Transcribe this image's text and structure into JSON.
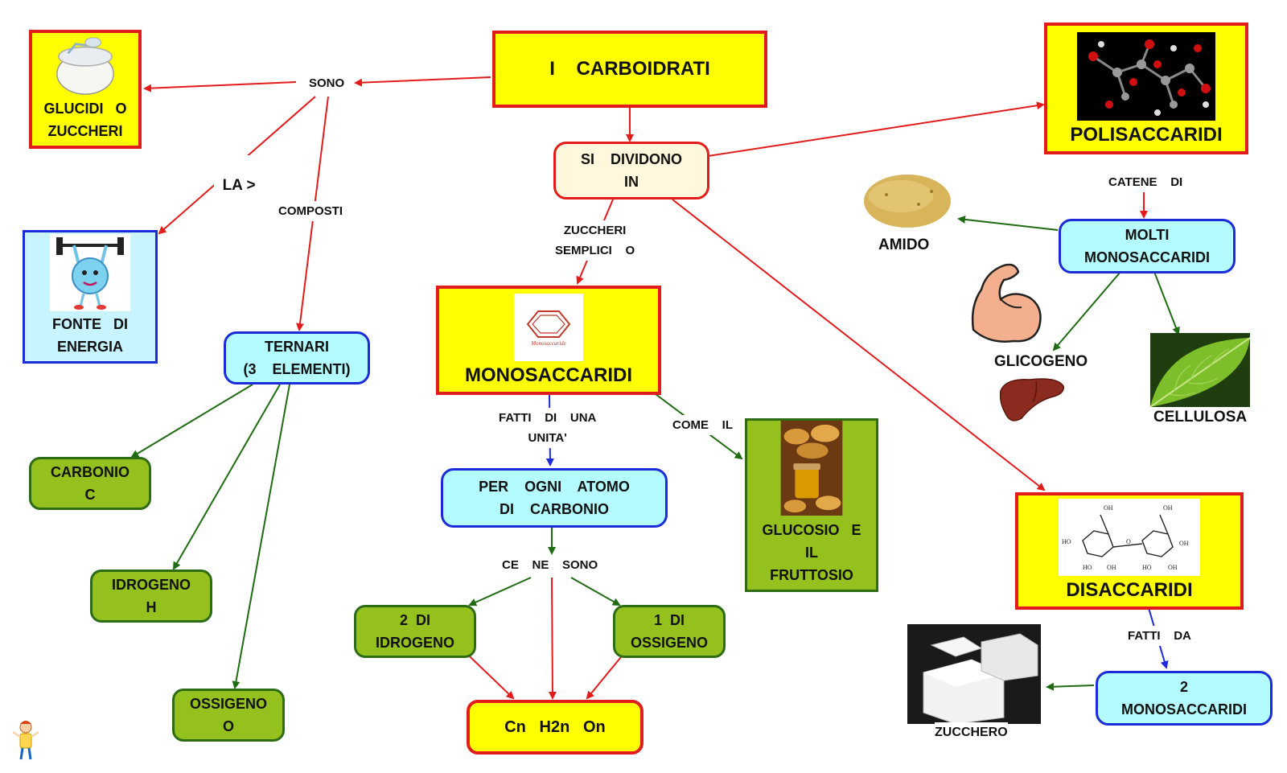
{
  "colors": {
    "red": "#e21b1b",
    "green": "#1f6b12",
    "blue": "#1b2bd8",
    "yellow": "#ffff00"
  },
  "nodes": {
    "title": "I    CARBOIDRATI",
    "glucidi": "GLUCIDI   O\nZUCCHERI",
    "fonte": "FONTE   DI\nENERGIA",
    "ternari": "TERNARI\n(3    ELEMENTI)",
    "carbonio": "CARBONIO\nC",
    "idrogeno": "IDROGENO\nH",
    "ossigeno": "OSSIGENO\nO",
    "dividono": "SI    DIVIDONO\nIN",
    "monosaccaridi": "MONOSACCARIDI",
    "per_ogni": "PER    OGNI    ATOMO\nDI    CARBONIO",
    "due_idrogeno": "2  DI\nIDROGENO",
    "uno_ossigeno": "1  DI\nOSSIGENO",
    "formula": "Cn   H2n   On",
    "glucosio": "GLUCOSIO   E\nIL\nFRUTTOSIO",
    "polisaccaridi": "POLISACCARIDI",
    "molti": "MOLTI\nMONOSACCARIDI",
    "disaccaridi": "DISACCARIDI",
    "due_mono": "2\nMONOSACCARIDI"
  },
  "labels": {
    "sono": "SONO",
    "la": "LA ",
    "la_symbol": ">",
    "composti": "COMPOSTI",
    "zuccheri_semplici": "ZUCCHERI\nSEMPLICI    O",
    "fatti_unita": "FATTI    DI    UNA\nUNITA'",
    "come_il": "COME    IL",
    "ce_ne_sono": "CE    NE    SONO",
    "catene": "CATENE    DI",
    "fatti_da": "FATTI    DA",
    "amido": "AMIDO",
    "glicogeno": "GLICOGENO",
    "cellulosa": "CELLULOSA",
    "zucchero": "ZUCCHERO",
    "mono_caption": "Monosaccaride"
  },
  "icons": [
    "sugar-bowl-icon",
    "weightlifter-icon",
    "molecule-icon",
    "hexagon-icon",
    "pastries-icon",
    "potato-icon",
    "muscle-arm-icon",
    "liver-icon",
    "leaf-icon",
    "disaccharide-structure-icon",
    "sugar-cubes-icon",
    "cartoon-person-icon"
  ]
}
